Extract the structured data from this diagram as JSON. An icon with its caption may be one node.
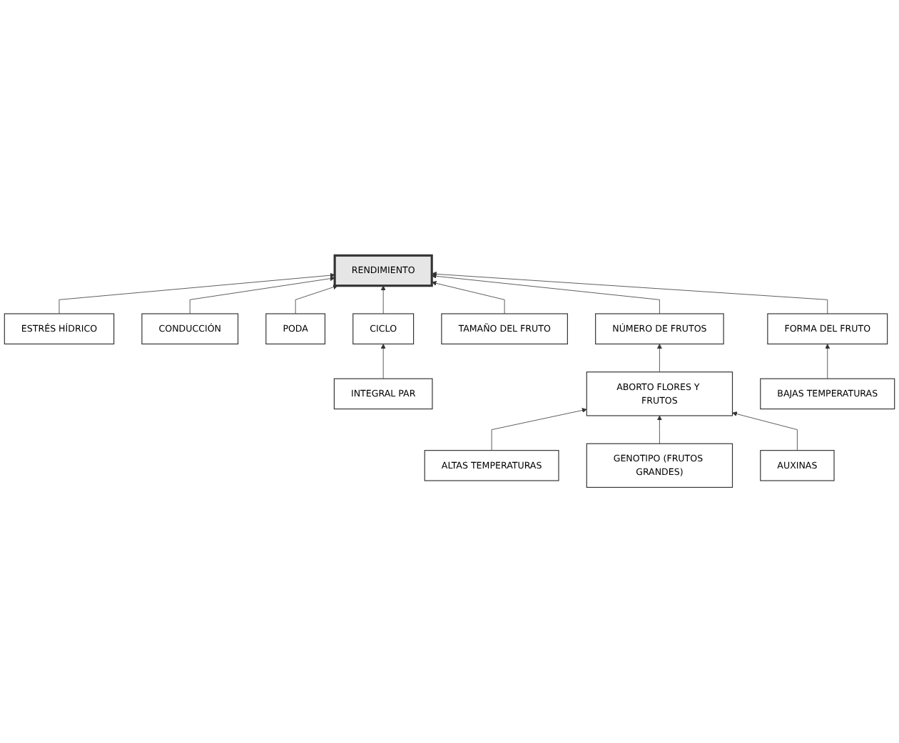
{
  "diagram": {
    "nodes": [
      {
        "text": [
          "ESTRÉS HÍDRICO"
        ]
      },
      {
        "text": [
          "CONDUCCIÓN"
        ]
      },
      {
        "text": [
          "PODA"
        ]
      },
      {
        "text": [
          "RENDIMIENTO"
        ]
      },
      {
        "text": [
          "INTEGRAL PAR"
        ]
      },
      {
        "text": [
          "CICLO"
        ]
      },
      {
        "text": [
          "TAMAÑO DEL FRUTO"
        ]
      },
      {
        "text": [
          "NÚMERO DE FRUTOS"
        ]
      },
      {
        "text": [
          "FORMA DEL FRUTO"
        ]
      },
      {
        "text": [
          "ALTAS TEMPERATURAS"
        ]
      },
      {
        "text": [
          "ABORTO FLORES Y FRUTOS"
        ]
      },
      {
        "text": [
          "BAJAS TEMPERATURAS"
        ]
      },
      {
        "text": [
          "GENOTIPO (FRUTOS GRANDES)"
        ]
      },
      {
        "text": [
          "AUXINAS"
        ]
      }
    ],
    "edges": [
      {
        "from": 0,
        "to": 3,
        "arrow": "to"
      },
      {
        "from": 1,
        "to": 3,
        "arrow": "to"
      },
      {
        "from": 2,
        "to": 3,
        "arrow": "to"
      },
      {
        "from": 4,
        "to": 5,
        "arrow": "to"
      },
      {
        "from": 5,
        "to": 3,
        "arrow": "to"
      },
      {
        "from": 6,
        "to": 3,
        "arrow": "to"
      },
      {
        "from": 7,
        "to": 3,
        "arrow": "to"
      },
      {
        "from": 8,
        "to": 3,
        "arrow": "to"
      },
      {
        "from": 10,
        "to": 7,
        "arrow": "to"
      },
      {
        "from": 9,
        "to": 10,
        "arrow": "to"
      },
      {
        "from": 11,
        "to": 8,
        "arrow": "to"
      },
      {
        "from": 12,
        "to": 10,
        "arrow": "to"
      },
      {
        "from": 13,
        "to": 10,
        "arrow": "to"
      }
    ]
  }
}
